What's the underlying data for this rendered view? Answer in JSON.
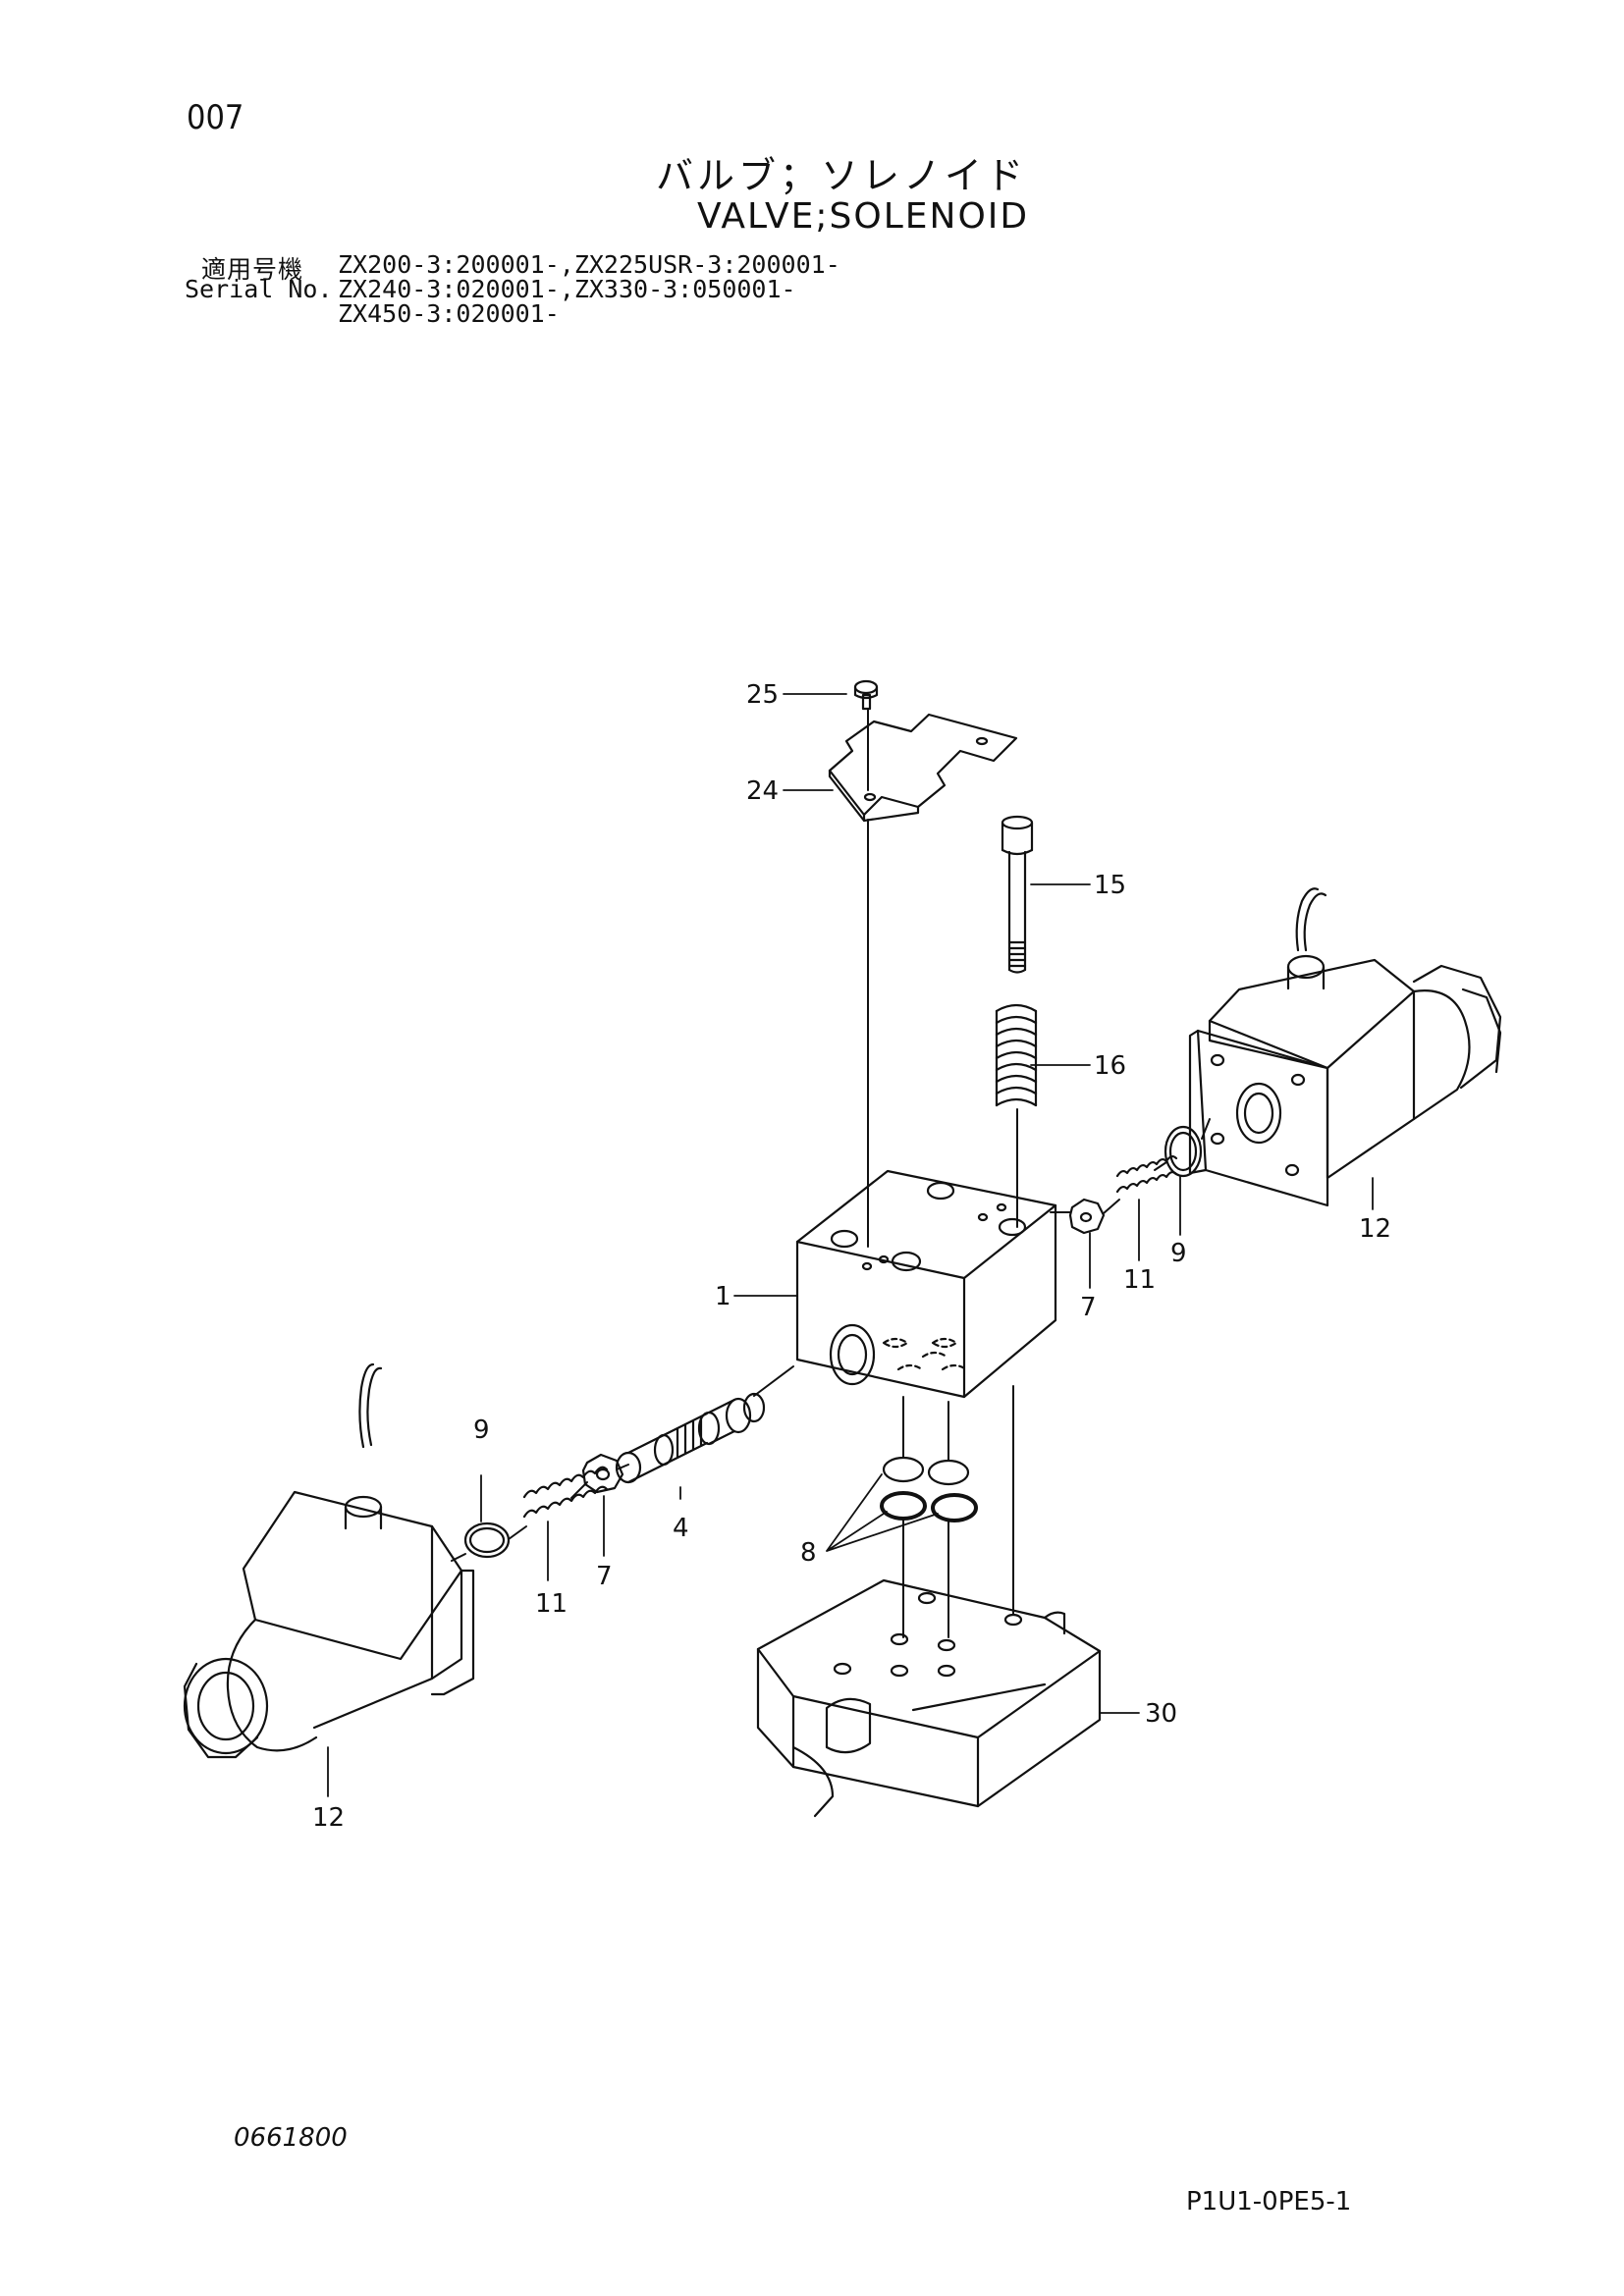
{
  "page_number": "007",
  "title_jp": "バルブ；ソレノイド",
  "title_en": "VALVE;SOLENOID",
  "applicable": {
    "label_jp": "適用号機",
    "label_en": "Serial No.",
    "lines": [
      "ZX200-3:200001-,ZX225USR-3:200001-",
      "ZX240-3:020001-,ZX330-3:050001-",
      "ZX450-3:020001-"
    ]
  },
  "callouts": [
    "25",
    "24",
    "15",
    "16",
    "12",
    "9",
    "11",
    "7",
    "1",
    "4",
    "8",
    "30",
    "9",
    "11",
    "7",
    "12"
  ],
  "footer_left": "0661800",
  "footer_right": "P1U1-0PE5-1"
}
